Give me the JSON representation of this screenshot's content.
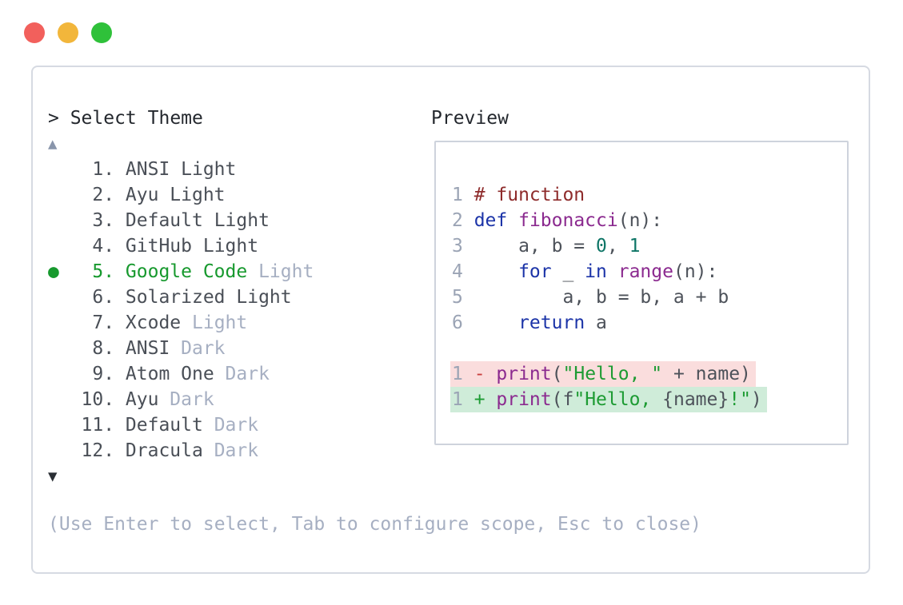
{
  "palette": {
    "tl_red": "#f2605c",
    "tl_yellow": "#f2b63b",
    "tl_green": "#2fc13a",
    "panel_border": "#d6dae2",
    "preview_border": "#ced3dc",
    "title": "#24282e",
    "item": "#4a4f57",
    "muted": "#a6afc2",
    "muted_arrow": "#8995ab",
    "arrow_down": "#2a2e34",
    "green": "#17992e",
    "lnum": "#9ba4b5",
    "comment": "#8e2b2b",
    "kw": "#1c34a8",
    "fn": "#8b2a8f",
    "numcol": "#0e7566",
    "str": "#1d9b33",
    "plain": "#4d525a",
    "minus_red": "#c8403f",
    "plus_green": "#1d9b33",
    "diff_minus_bg": "#fadddd",
    "diff_plus_bg": "#cfecd9"
  },
  "window": {
    "traffic_lights": [
      "close",
      "minimize",
      "maximize"
    ]
  },
  "selector": {
    "title": "> Select Theme",
    "scroll_up": "▲",
    "scroll_down": "▼",
    "footer": "(Use Enter to select, Tab to configure scope, Esc to close)",
    "items": [
      {
        "bullet": "",
        "number": "1.",
        "number_color": "item",
        "name": "ANSI",
        "name_color": "item",
        "variant": "Light",
        "variant_color": "item",
        "selected": false
      },
      {
        "bullet": "",
        "number": "2.",
        "number_color": "item",
        "name": "Ayu",
        "name_color": "item",
        "variant": "Light",
        "variant_color": "item",
        "selected": false
      },
      {
        "bullet": "",
        "number": "3.",
        "number_color": "item",
        "name": "Default",
        "name_color": "item",
        "variant": "Light",
        "variant_color": "item",
        "selected": false
      },
      {
        "bullet": "",
        "number": "4.",
        "number_color": "item",
        "name": "GitHub",
        "name_color": "item",
        "variant": "Light",
        "variant_color": "item",
        "selected": false
      },
      {
        "bullet": "●",
        "number": "5.",
        "number_color": "green",
        "name": "Google Code",
        "name_color": "green",
        "variant": "Light",
        "variant_color": "muted",
        "selected": true
      },
      {
        "bullet": "",
        "number": "6.",
        "number_color": "item",
        "name": "Solarized",
        "name_color": "item",
        "variant": "Light",
        "variant_color": "item",
        "selected": false
      },
      {
        "bullet": "",
        "number": "7.",
        "number_color": "item",
        "name": "Xcode",
        "name_color": "item",
        "variant": "Light",
        "variant_color": "muted",
        "selected": false
      },
      {
        "bullet": "",
        "number": "8.",
        "number_color": "item",
        "name": "ANSI",
        "name_color": "item",
        "variant": "Dark",
        "variant_color": "muted",
        "selected": false
      },
      {
        "bullet": "",
        "number": "9.",
        "number_color": "item",
        "name": "Atom One",
        "name_color": "item",
        "variant": "Dark",
        "variant_color": "muted",
        "selected": false
      },
      {
        "bullet": "",
        "number": "10.",
        "number_color": "item",
        "name": "Ayu",
        "name_color": "item",
        "variant": "Dark",
        "variant_color": "muted",
        "selected": false
      },
      {
        "bullet": "",
        "number": "11.",
        "number_color": "item",
        "name": "Default",
        "name_color": "item",
        "variant": "Dark",
        "variant_color": "muted",
        "selected": false
      },
      {
        "bullet": "",
        "number": "12.",
        "number_color": "item",
        "name": "Dracula",
        "name_color": "item",
        "variant": "Dark",
        "variant_color": "muted",
        "selected": false
      }
    ]
  },
  "preview": {
    "label": "Preview",
    "code_lines": [
      {
        "num": "1",
        "segments": [
          {
            "text": "# function",
            "type": "comment"
          }
        ]
      },
      {
        "num": "2",
        "segments": [
          {
            "text": "def",
            "type": "kw"
          },
          {
            "text": " ",
            "type": "plain"
          },
          {
            "text": "fibonacci",
            "type": "fn"
          },
          {
            "text": "(n):",
            "type": "plain"
          }
        ]
      },
      {
        "num": "3",
        "segments": [
          {
            "text": "    a, b = ",
            "type": "plain"
          },
          {
            "text": "0",
            "type": "num"
          },
          {
            "text": ", ",
            "type": "plain"
          },
          {
            "text": "1",
            "type": "num"
          }
        ]
      },
      {
        "num": "4",
        "segments": [
          {
            "text": "    ",
            "type": "plain"
          },
          {
            "text": "for",
            "type": "kw"
          },
          {
            "text": " _ ",
            "type": "plain"
          },
          {
            "text": "in",
            "type": "kw"
          },
          {
            "text": " ",
            "type": "plain"
          },
          {
            "text": "range",
            "type": "fn"
          },
          {
            "text": "(n):",
            "type": "plain"
          }
        ]
      },
      {
        "num": "5",
        "segments": [
          {
            "text": "        a, b = b, a + b",
            "type": "plain"
          }
        ]
      },
      {
        "num": "6",
        "segments": [
          {
            "text": "    ",
            "type": "plain"
          },
          {
            "text": "return",
            "type": "kw"
          },
          {
            "text": " a",
            "type": "plain"
          }
        ]
      }
    ],
    "diff_lines": [
      {
        "num": "1",
        "sign": "-",
        "sign_color": "minus",
        "bg": "minus",
        "segments": [
          {
            "text": "print",
            "type": "fn"
          },
          {
            "text": "(",
            "type": "plain"
          },
          {
            "text": "\"Hello, \"",
            "type": "str"
          },
          {
            "text": " + name)",
            "type": "plain"
          }
        ]
      },
      {
        "num": "1",
        "sign": "+",
        "sign_color": "plus",
        "bg": "plus",
        "segments": [
          {
            "text": "print",
            "type": "fn"
          },
          {
            "text": "(f",
            "type": "plain"
          },
          {
            "text": "\"Hello, ",
            "type": "str"
          },
          {
            "text": "{name}",
            "type": "plain"
          },
          {
            "text": "!\"",
            "type": "str"
          },
          {
            "text": ")",
            "type": "plain"
          }
        ]
      }
    ]
  }
}
